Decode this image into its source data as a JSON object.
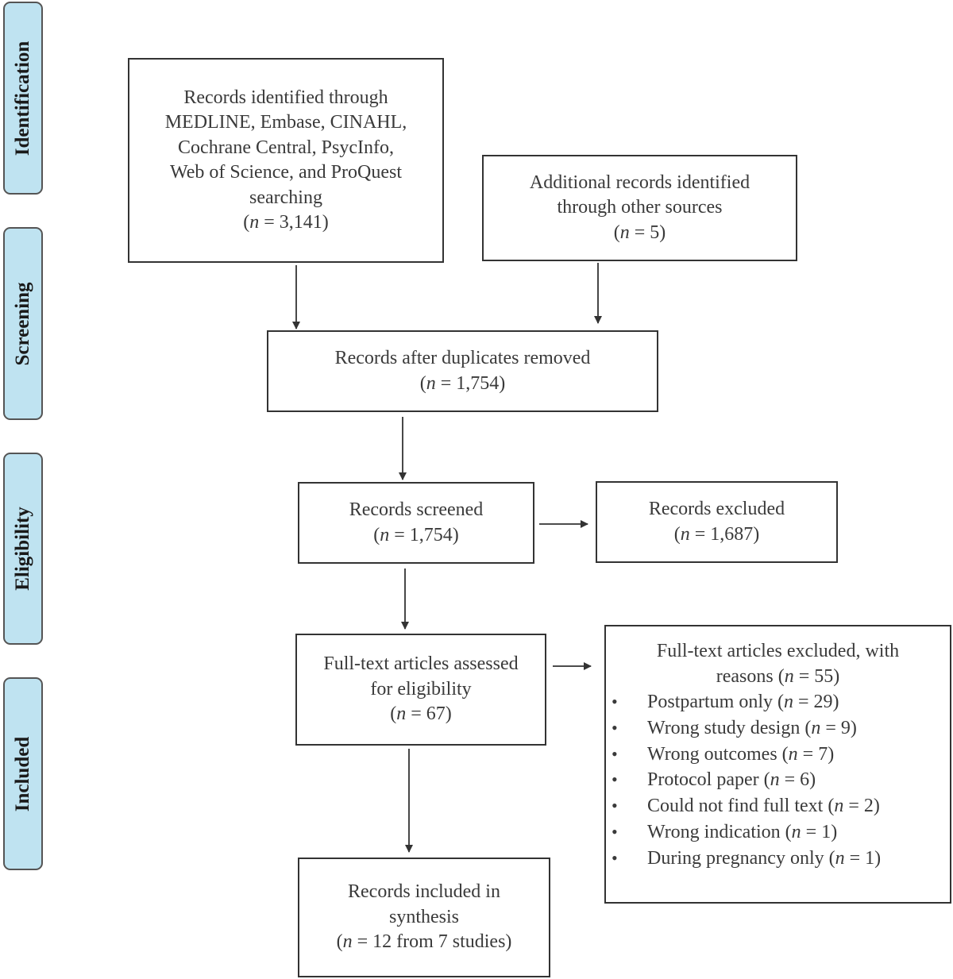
{
  "phases": {
    "identification": "Identification",
    "screening": "Screening",
    "eligibility": "Eligibility",
    "included": "Included"
  },
  "boxes": {
    "databases": {
      "lines": [
        "Records identified through",
        "MEDLINE, Embase, CINAHL,",
        "Cochrane Central, PsycInfo,",
        "Web of Science, and ProQuest",
        "searching"
      ],
      "count_prefix": "(",
      "n": "n",
      "count_suffix": " = 3,141)"
    },
    "other_sources": {
      "lines": [
        "Additional records identified",
        "through other sources"
      ],
      "count_prefix": "(",
      "n": "n",
      "count_suffix": " = 5)"
    },
    "duplicates_removed": {
      "lines": [
        "Records after duplicates removed"
      ],
      "count_prefix": "(",
      "n": "n",
      "count_suffix": " = 1,754)"
    },
    "screened": {
      "lines": [
        "Records screened"
      ],
      "count_prefix": "(",
      "n": "n",
      "count_suffix": " = 1,754)"
    },
    "excluded": {
      "lines": [
        "Records excluded"
      ],
      "count_prefix": "(",
      "n": "n",
      "count_suffix": " = 1,687)"
    },
    "full_text": {
      "lines": [
        "Full-text articles assessed",
        "for eligibility"
      ],
      "count_prefix": "(",
      "n": "n",
      "count_suffix": " = 67)"
    },
    "full_text_excluded": {
      "title_line1": "Full-text articles excluded, with",
      "title_line2_prefix": "reasons (",
      "n": "n",
      "title_line2_suffix": " = 55)",
      "reasons": [
        {
          "label": "Postpartum only (",
          "n": "n",
          "count": " = 29)"
        },
        {
          "label": "Wrong study design (",
          "n": "n",
          "count": " = 9)"
        },
        {
          "label": "Wrong outcomes (",
          "n": "n",
          "count": " = 7)"
        },
        {
          "label": "Protocol paper (",
          "n": "n",
          "count": " = 6)"
        },
        {
          "label": "Could not find full text (",
          "n": "n",
          "count": " = 2)"
        },
        {
          "label": "Wrong indication (",
          "n": "n",
          "count": " = 1)"
        },
        {
          "label": "During pregnancy only (",
          "n": "n",
          "count": " = 1)"
        }
      ]
    },
    "included": {
      "lines": [
        "Records included in",
        "synthesis"
      ],
      "count_prefix": "(",
      "n": "n",
      "count_suffix": " = 12 from 7 studies)"
    }
  },
  "colors": {
    "phase_fill": "#bfe3f1",
    "stroke": "#333333",
    "text": "#3a3a3a"
  }
}
